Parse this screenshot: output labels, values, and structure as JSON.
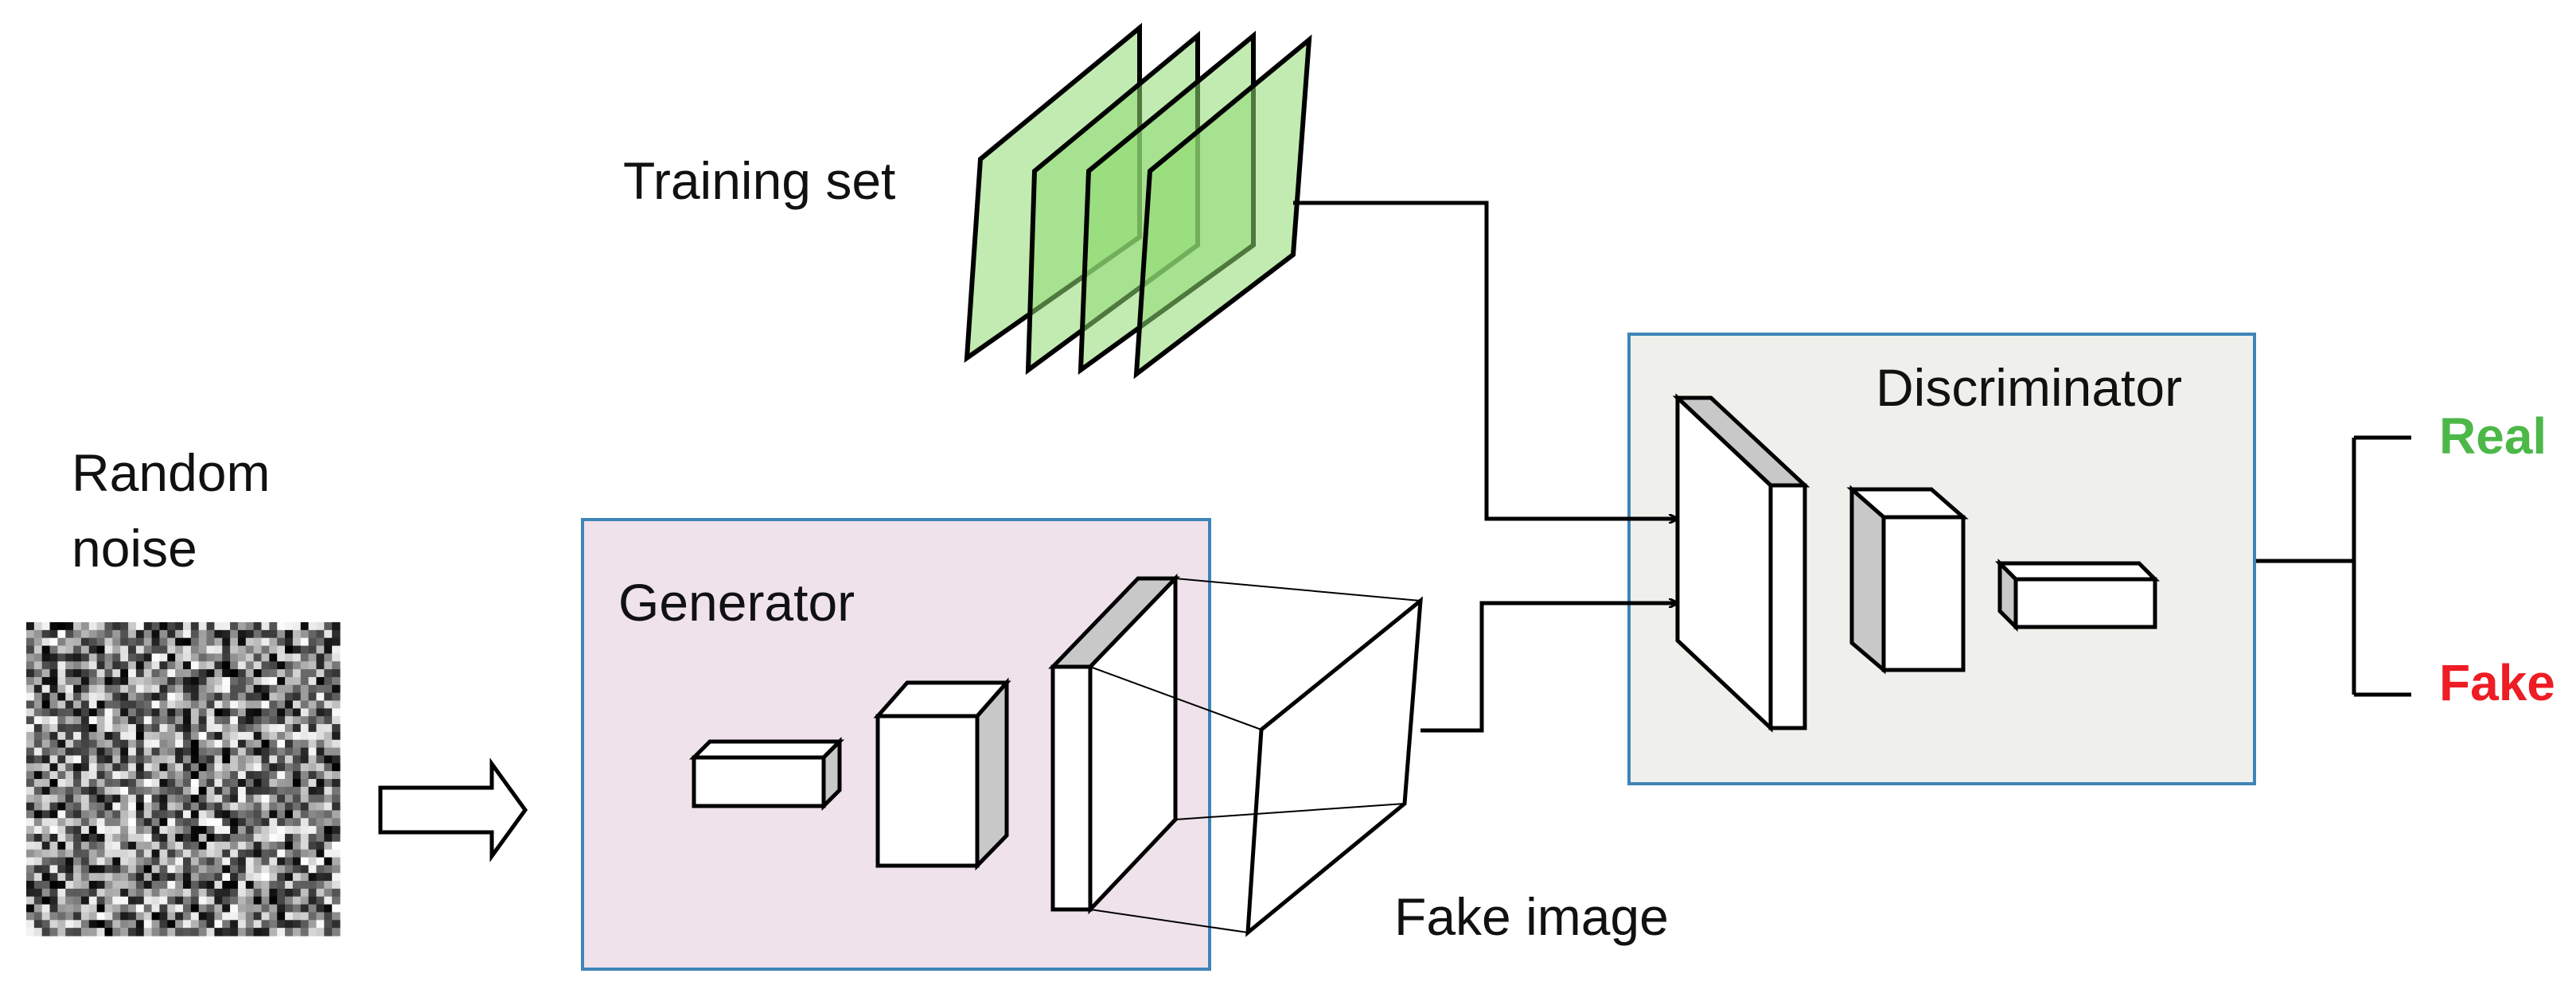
{
  "labels": {
    "training_set": "Training set",
    "random_noise_line1": "Random",
    "random_noise_line2": "noise",
    "generator": "Generator",
    "discriminator": "Discriminator",
    "fake_image": "Fake image",
    "real": "Real",
    "fake": "Fake"
  },
  "colors": {
    "generator_box_fill": "#EFE2EA",
    "generator_box_border": "#3E84B8",
    "discriminator_box_fill": "#EFF0EB",
    "discriminator_box_border": "#3E84B8",
    "training_sheet_fill": "#8FDB72",
    "real_text": "#4CB848",
    "fake_text": "#EE1C24",
    "cube_side": "#C8C8C8"
  },
  "icons": {
    "noise": "random-noise-grid-icon",
    "input_arrow": "hollow-right-arrow-icon"
  }
}
